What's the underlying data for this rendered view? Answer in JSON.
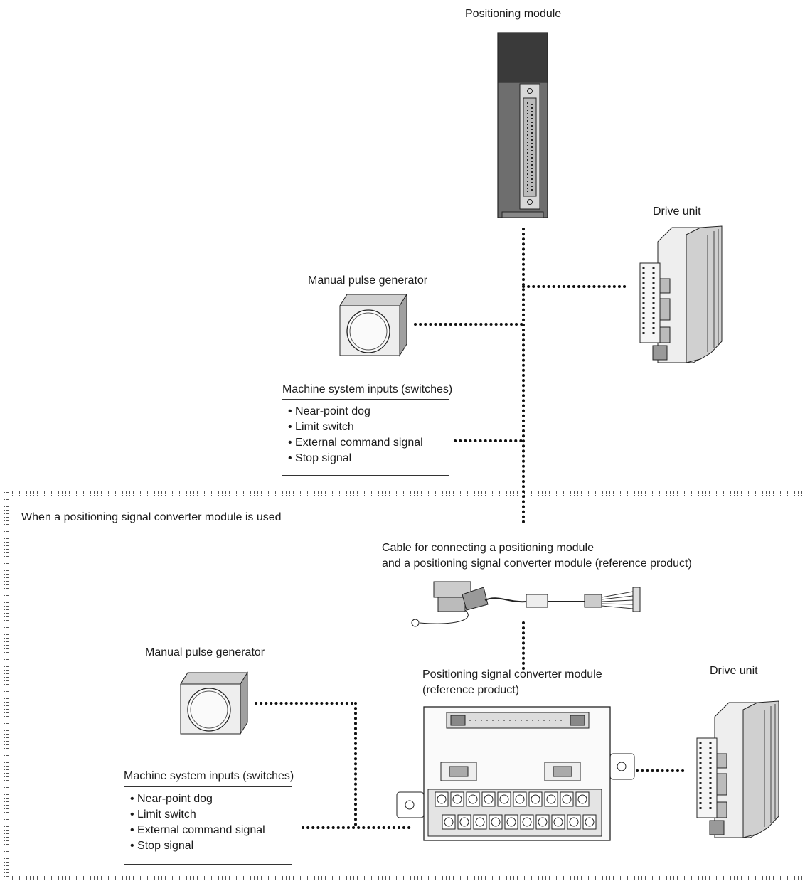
{
  "top": {
    "positioning_module": "Positioning module",
    "drive_unit": "Drive unit",
    "manual_pulse_generator": "Manual pulse generator",
    "machine_inputs_title": "Machine system inputs (switches)",
    "machine_inputs": [
      "Near-point dog",
      "Limit switch",
      "External command signal",
      "Stop signal"
    ]
  },
  "bottom": {
    "section_title": "When a positioning signal converter module is used",
    "cable_line1": "Cable for connecting a positioning module",
    "cable_line2": "and a positioning signal converter module (reference product)",
    "manual_pulse_generator": "Manual pulse generator",
    "converter_line1": "Positioning signal converter module",
    "converter_line2": "(reference product)",
    "drive_unit": "Drive unit",
    "machine_inputs_title": "Machine system inputs (switches)",
    "machine_inputs": [
      "Near-point dog",
      "Limit switch",
      "External command signal",
      "Stop signal"
    ]
  }
}
